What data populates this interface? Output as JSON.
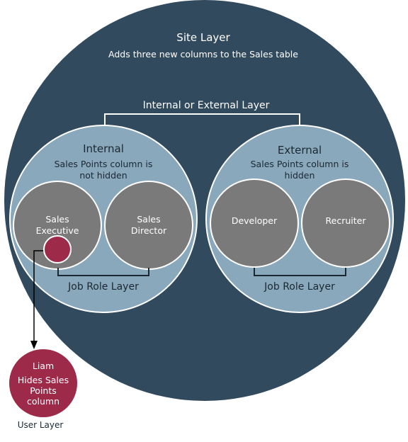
{
  "site_layer": {
    "title": "Site Layer",
    "description": "Adds three new columns to the Sales table"
  },
  "middle_layer": {
    "title": "Internal or External Layer",
    "internal": {
      "title": "Internal",
      "description_line1": "Sales Points column is",
      "description_line2": "not hidden"
    },
    "external": {
      "title": "External",
      "description_line1": "Sales Points column is",
      "description_line2": "hidden"
    }
  },
  "job_roles": {
    "internal_label": "Job Role Layer",
    "external_label": "Job Role Layer",
    "sales_executive_line1": "Sales",
    "sales_executive_line2": "Executive",
    "sales_director_line1": "Sales",
    "sales_director_line2": "Director",
    "developer": "Developer",
    "recruiter": "Recruiter"
  },
  "user_layer": {
    "label": "User Layer",
    "name": "Liam",
    "description_line1": "Hides Sales",
    "description_line2": "Points",
    "description_line3": "column"
  },
  "colors": {
    "site_circle": "#324a5e",
    "layer_circle": "#8aa8bb",
    "role_circle": "#7a7a7a",
    "user_circle": "#9e2a4a",
    "white": "#ffffff",
    "dark_text": "#1b2833"
  }
}
